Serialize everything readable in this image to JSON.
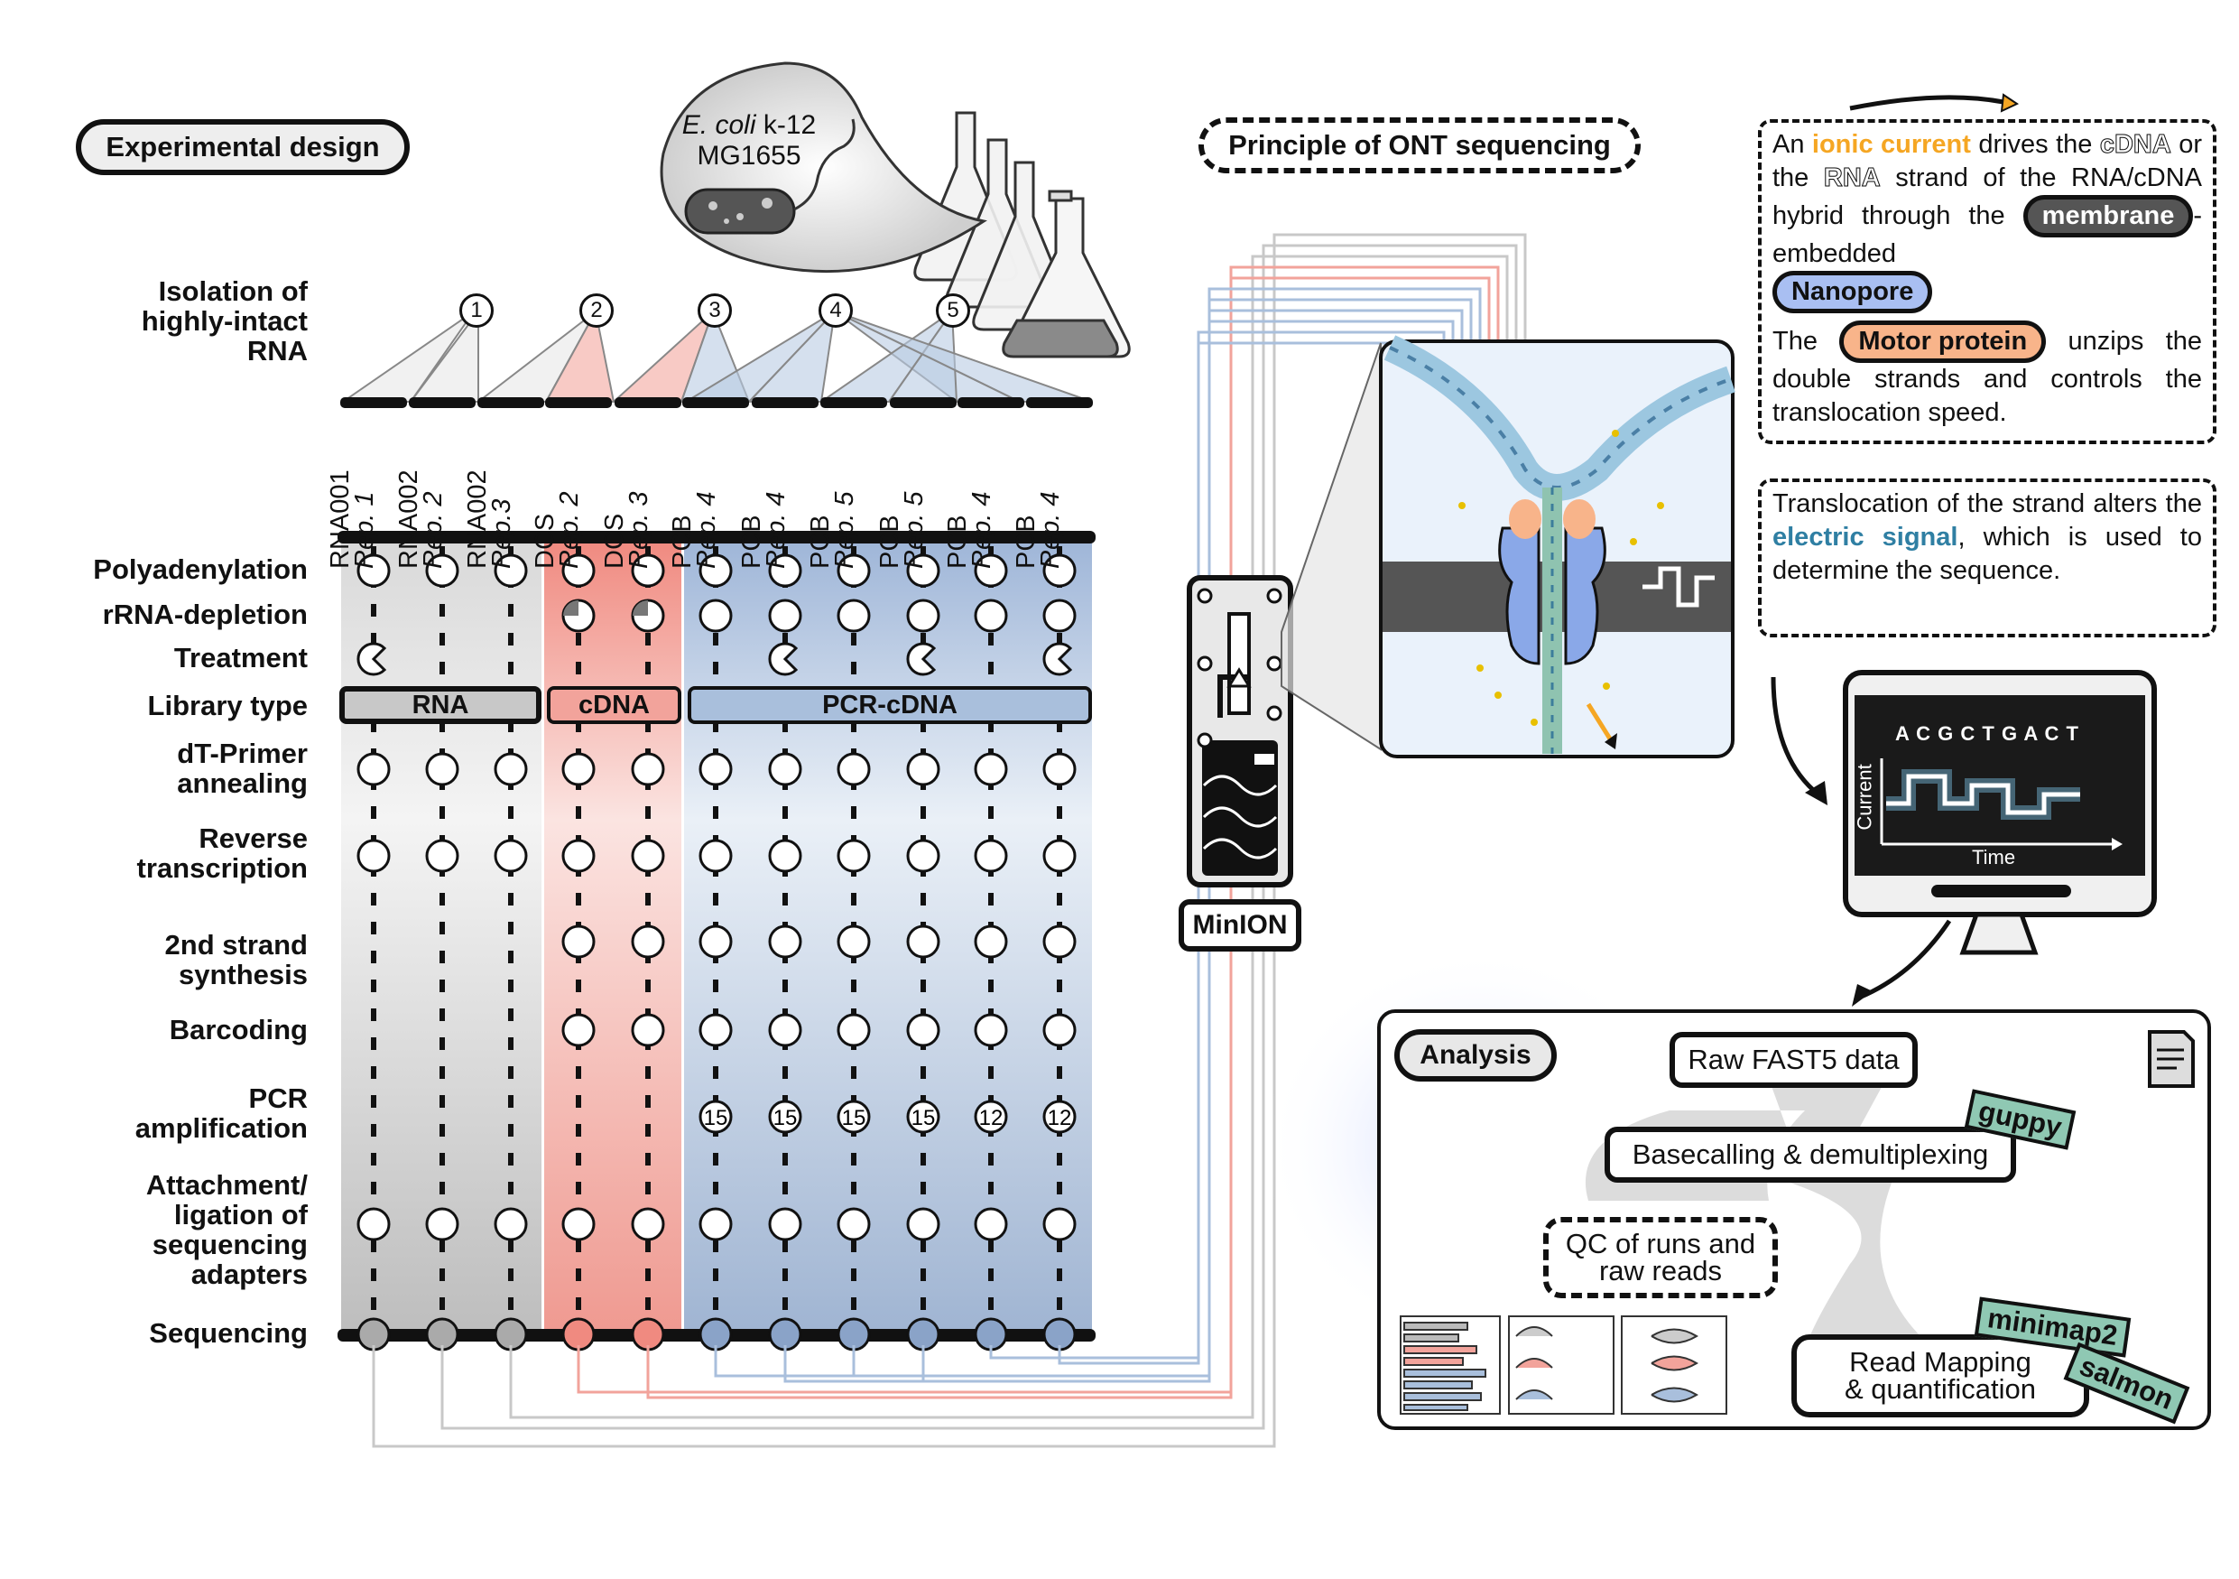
{
  "titles": {
    "experimental_design": "Experimental design",
    "principle": "Principle of ONT sequencing",
    "analysis": "Analysis"
  },
  "organism": {
    "species": "E. coli",
    "strain": "k-12",
    "substrain": "MG1655"
  },
  "isolation": {
    "line1": "Isolation of",
    "line2": "highly-intact",
    "line3": "RNA",
    "numbers": [
      "1",
      "2",
      "3",
      "4",
      "5"
    ]
  },
  "samples": [
    {
      "name": "RNA001",
      "rep": "Rep. 1"
    },
    {
      "name": "RNA002",
      "rep": "Rep. 2"
    },
    {
      "name": "RNA002",
      "rep": "Rep.3"
    },
    {
      "name": "DCS",
      "rep": "Rep. 2"
    },
    {
      "name": "DCS",
      "rep": "Rep. 3"
    },
    {
      "name": "PCB",
      "rep": "Rep. 4"
    },
    {
      "name": "PCB",
      "rep": "Rep. 4"
    },
    {
      "name": "PCB",
      "rep": "Rep. 5"
    },
    {
      "name": "PCB",
      "rep": "Rep. 5"
    },
    {
      "name": "PCB",
      "rep": "Rep. 4"
    },
    {
      "name": "PCB",
      "rep": "Rep. 4"
    }
  ],
  "steps": {
    "polyadenylation": "Polyadenylation",
    "rrna_depletion": "rRNA-depletion",
    "treatment": "Treatment",
    "library_type": "Library type",
    "dt_primer_1": "dT-Primer",
    "dt_primer_2": "annealing",
    "rt_1": "Reverse",
    "rt_2": "transcription",
    "second_strand_1": "2nd strand",
    "second_strand_2": "synthesis",
    "barcoding": "Barcoding",
    "pcr_1": "PCR",
    "pcr_2": "amplification",
    "attach_1": "Attachment/",
    "attach_2": "ligation of",
    "attach_3": "sequencing",
    "attach_4": "adapters",
    "sequencing": "Sequencing"
  },
  "library_types": {
    "rna": "RNA",
    "cdna": "cDNA",
    "pcr_cdna": "PCR-cDNA"
  },
  "pcr_cycles": [
    "15",
    "15",
    "15",
    "15",
    "12",
    "12"
  ],
  "device": "MinION",
  "principle_note": {
    "an": "An",
    "ionic_current": "ionic current",
    "drives": "drives the",
    "cdna": "cDNA",
    "or_the": "or the",
    "rna": "RNA",
    "strand_of_the": "strand of the",
    "hybrid": "RNA/cDNA hybrid through the",
    "membrane": "membrane",
    "embedded": "-embedded",
    "nanopore": "Nanopore",
    "the": "The",
    "motor_protein": "Motor protein",
    "unzips": "unzips the",
    "rest": "double strands and controls the translocation speed."
  },
  "signal_note": {
    "before": "Translocation of the strand alters the",
    "electric_signal": "electric signal",
    "after": ", which is used to determine the sequence."
  },
  "monitor": {
    "sequence": "A C G C T G A C T",
    "ylabel": "Current",
    "xlabel": "Time"
  },
  "analysis": {
    "raw": "Raw FAST5 data",
    "basecalling": "Basecalling & demultiplexing",
    "guppy": "guppy",
    "qc_1": "QC of runs and",
    "qc_2": "raw reads",
    "mapping_1": "Read Mapping",
    "mapping_2": "& quantification",
    "minimap2": "minimap2",
    "salmon": "salmon"
  },
  "colors": {
    "rna": "#c8c8c8",
    "cdna": "#f2a39b",
    "pcr_cdna": "#a9bfdc",
    "ionic": "#f5a623",
    "motor": "#f8b48a",
    "nanopore": "#a9bff2",
    "membrane": "#555555",
    "signal": "#2f7fa3",
    "tag": "#8fc8b3"
  }
}
